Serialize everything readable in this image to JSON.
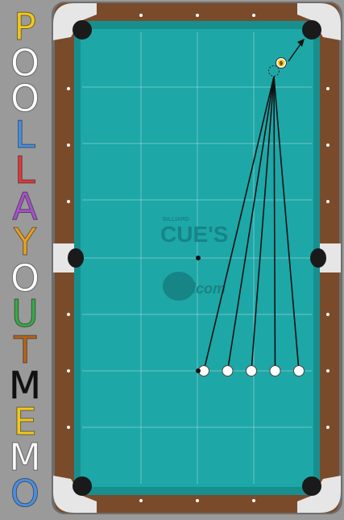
{
  "sidebar": {
    "letters": [
      {
        "char": "P",
        "color": "#f2c81e"
      },
      {
        "char": "O",
        "color": "#ffffff"
      },
      {
        "char": "O",
        "color": "#ffffff"
      },
      {
        "char": "L",
        "color": "#4a8fe0"
      },
      {
        "char": "L",
        "color": "#e03a3a"
      },
      {
        "char": "A",
        "color": "#a452c8"
      },
      {
        "char": "Y",
        "color": "#e8a020"
      },
      {
        "char": "O",
        "color": "#ffffff"
      },
      {
        "char": "U",
        "color": "#3aa84a"
      },
      {
        "char": "T",
        "color": "#b5651d"
      },
      {
        "char": "M",
        "color": "#111111"
      },
      {
        "char": "E",
        "color": "#f2c81e"
      },
      {
        "char": "M",
        "color": "#ffffff"
      },
      {
        "char": "O",
        "color": "#4a8fe0"
      }
    ]
  },
  "table": {
    "cloth_color": "#1ea7a7",
    "rail_color": "#7a4b2a",
    "object_ball_number": "9",
    "logo_small": "BILLIARD",
    "logo_main": "CUE'S",
    "logo_sub": "dcom",
    "cue_ball_count": 5
  }
}
